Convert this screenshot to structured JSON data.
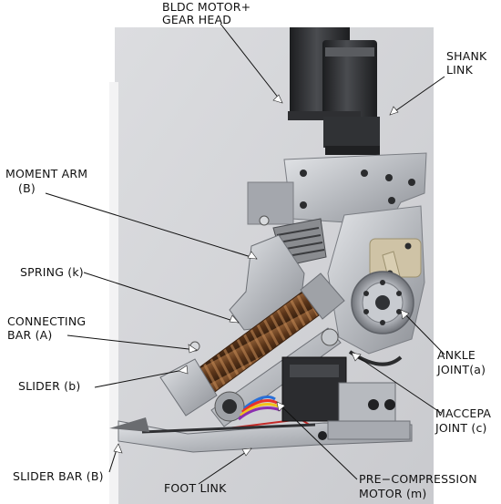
{
  "figure": {
    "labels": {
      "bldc_motor_line1": "BLDC MOTOR+",
      "bldc_motor_line2": "GEAR HEAD",
      "shank_line1": "SHANK",
      "shank_line2": "LINK",
      "moment_arm_line1": "MOMENT ARM",
      "moment_arm_line2": "(B)",
      "spring": "SPRING (k)",
      "connecting_bar_line1": "CONNECTING",
      "connecting_bar_line2": "BAR (A)",
      "slider": "SLIDER (b)",
      "slider_bar": "SLIDER BAR (B)",
      "foot_link": "FOOT LINK",
      "pre_compression_line1": "PRE−COMPRESSION",
      "pre_compression_line2": "MOTOR (m)",
      "ankle_joint_line1": "ANKLE",
      "ankle_joint_line2": "JOINT(a)",
      "maccepa_joint_line1": "MACCEPA",
      "maccepa_joint_line2": "JOINT (c)"
    },
    "colors": {
      "background_panel": "#d4d5d8",
      "aluminum": "#b9bcc1",
      "motor_dark": "#2a2b2d",
      "spring_brown": "#6b4424",
      "leader_line": "#111111"
    }
  }
}
